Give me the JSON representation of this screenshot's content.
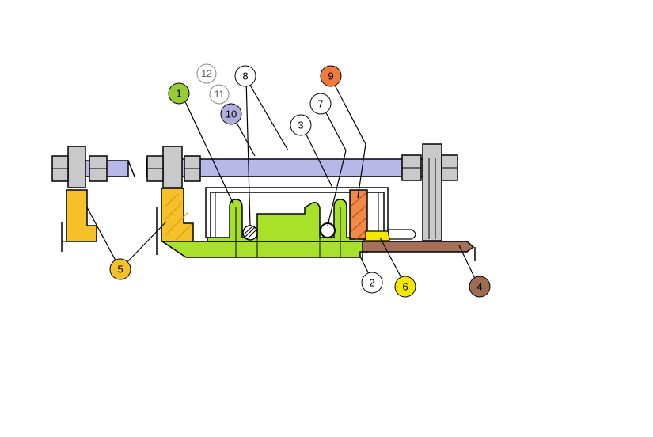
{
  "callouts": [
    {
      "id": "1",
      "label": "1",
      "color": "#99cc33"
    },
    {
      "id": "2",
      "label": "2",
      "color": "#ffffff"
    },
    {
      "id": "3",
      "label": "3",
      "color": "#ffffff"
    },
    {
      "id": "4",
      "label": "4",
      "color": "#9c6b50"
    },
    {
      "id": "5",
      "label": "5",
      "color": "#f6c02b"
    },
    {
      "id": "6",
      "label": "6",
      "color": "#f4e800"
    },
    {
      "id": "7",
      "label": "7",
      "color": "#ffffff"
    },
    {
      "id": "8",
      "label": "8",
      "color": "#ffffff"
    },
    {
      "id": "9",
      "label": "9",
      "color": "#f07a3a"
    },
    {
      "id": "10",
      "label": "10",
      "color": "#b0aedd"
    },
    {
      "id": "11",
      "label": "11",
      "color": "#ffffff"
    },
    {
      "id": "12",
      "label": "12",
      "color": "#ffffff"
    }
  ],
  "colors": {
    "green_part": "#a8e02a",
    "purple_rod": "#b8b8e8",
    "yellow_clamp": "#f6c02b",
    "brown_strip": "#a5705a",
    "orange_block": "#f08a4a",
    "yellow_pad": "#f4e800",
    "steel_grey": "#c9c9c9",
    "outline": "#000000"
  }
}
